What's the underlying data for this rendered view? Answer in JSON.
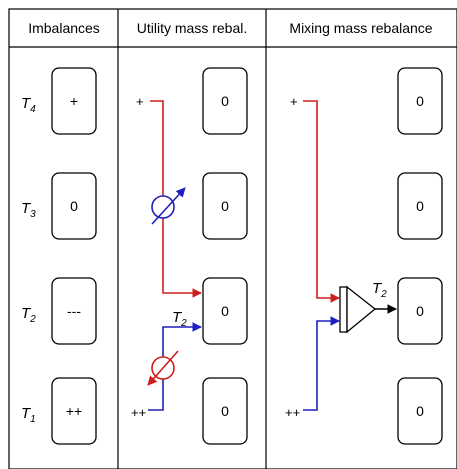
{
  "headers": [
    "Imbalances",
    "Utility mass rebal.",
    "Mixing mass rebalance"
  ],
  "levels": [
    {
      "letter": "T",
      "sub": "4"
    },
    {
      "letter": "T",
      "sub": "3"
    },
    {
      "letter": "T",
      "sub": "2"
    },
    {
      "letter": "T",
      "sub": "1"
    }
  ],
  "imbalances": [
    "+",
    "0",
    "---",
    "++"
  ],
  "utility": {
    "boxes": [
      "0",
      "0",
      "0",
      "0"
    ],
    "source_top_sign": "+",
    "source_bottom_sign": "++",
    "target_label": {
      "letter": "T",
      "sub": "2"
    }
  },
  "mixing": {
    "boxes": [
      "0",
      "0",
      "0",
      "0"
    ],
    "source_top_sign": "+",
    "source_bottom_sign": "++",
    "mixer_label": {
      "letter": "T",
      "sub": "2"
    }
  },
  "colors": {
    "hot": "#cc1f1f",
    "cold": "#1f1fbf",
    "line": "#000000"
  }
}
